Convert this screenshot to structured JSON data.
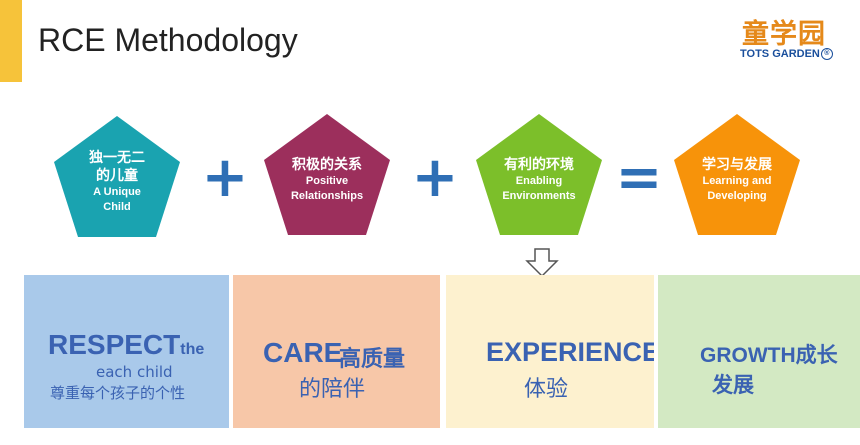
{
  "slide": {
    "title": "RCE Methodology",
    "accent_color": "#f6c33a"
  },
  "logo": {
    "cn": "童学园",
    "en": "TOTS GARDEN",
    "badge": "®",
    "cn_color": "#e5891a",
    "en_color": "#1a4f9c"
  },
  "pentagons": [
    {
      "cn": "独一无二",
      "cn2": "的儿童",
      "en1": "A Unique",
      "en2": "Child",
      "color": "#1aa3b0"
    },
    {
      "cn": "积极的关系",
      "cn2": "",
      "en1": "Positive",
      "en2": "Relationships",
      "color": "#9c2f5c"
    },
    {
      "cn": "有利的环境",
      "cn2": "",
      "en1": "Enabling",
      "en2": "Environments",
      "color": "#7cbf2a"
    },
    {
      "cn": "学习与发展",
      "cn2": "",
      "en1": "Learning and",
      "en2": "Developing",
      "color": "#f7930a"
    }
  ],
  "operators": {
    "plus": "+",
    "equals": "="
  },
  "boxes": [
    {
      "keyword": "RESPECT",
      "suffix": "the",
      "line1": "each child",
      "line2": "尊重每个孩子的个性",
      "bg": "#a9c9ea"
    },
    {
      "keyword": "CARE",
      "overlay": "高质量",
      "line1": "的陪伴",
      "bg": "#f7c7a8"
    },
    {
      "keyword": "EXPERIENCE",
      "line1": "体验",
      "bg": "#fdf1cf"
    },
    {
      "keyword": "GROWTH",
      "suffix": "成长",
      "line1": "发展",
      "bg": "#d3e9c3"
    }
  ],
  "text_color": "#3a62b2",
  "operator_color": "#2f6fb5"
}
